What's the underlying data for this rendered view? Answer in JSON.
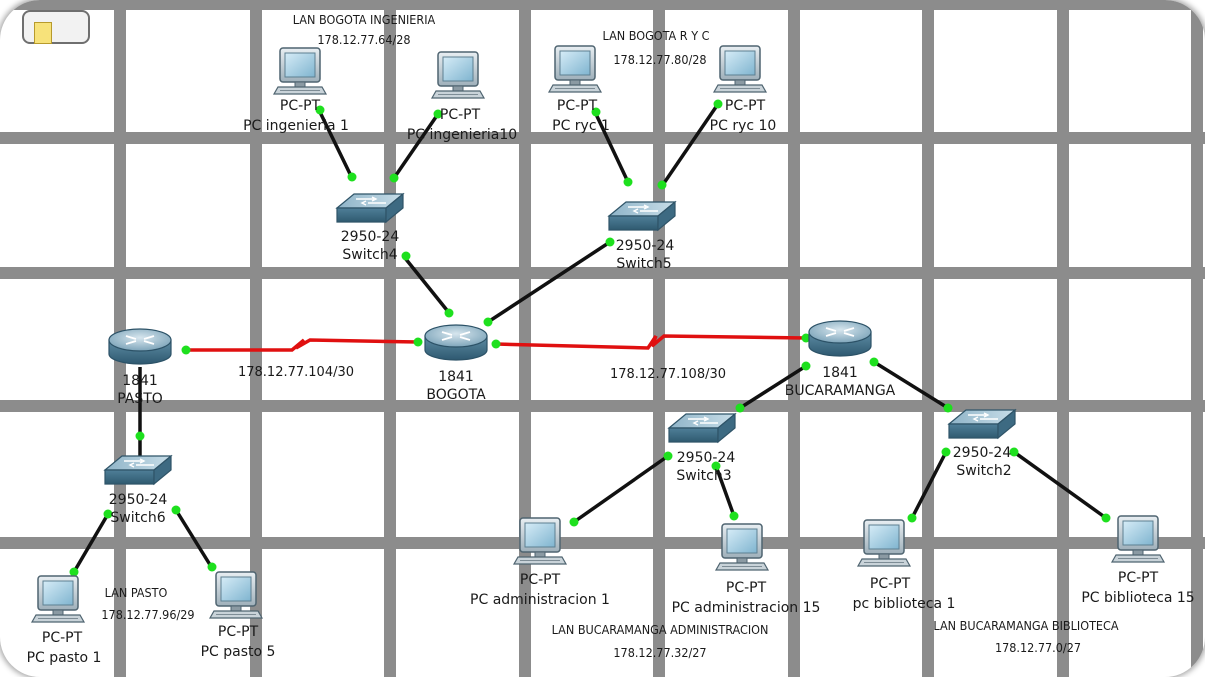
{
  "areas": {
    "bogota_ing": {
      "name": "LAN BOGOTA INGENIERIA",
      "net": "178.12.77.64/28"
    },
    "bogota_ryc": {
      "name": "LAN BOGOTA R Y C",
      "net": "178.12.77.80/28"
    },
    "pasto": {
      "name": "LAN PASTO",
      "net": "178.12.77.96/29"
    },
    "bga_admin": {
      "name": "LAN BUCARAMANGA ADMINISTRACION",
      "net": "178.12.77.32/27"
    },
    "bga_bib": {
      "name": "LAN BUCARAMANGA BIBLIOTECA",
      "net": "178.12.77.0/27"
    }
  },
  "wan_links": {
    "pasto_bogota": "178.12.77.104/30",
    "bogota_bga": "178.12.77.108/30"
  },
  "routers": {
    "pasto": {
      "model": "1841",
      "name": "PASTO"
    },
    "bogota": {
      "model": "1841",
      "name": "BOGOTA"
    },
    "bga": {
      "model": "1841",
      "name": "BUCARAMANGA"
    }
  },
  "switches": {
    "sw4": {
      "model": "2950-24",
      "name": "Switch4"
    },
    "sw5": {
      "model": "2950-24",
      "name": "Switch5"
    },
    "sw6": {
      "model": "2950-24",
      "name": "Switch6"
    },
    "sw3": {
      "model": "2950-24",
      "name": "Switch3"
    },
    "sw2": {
      "model": "2950-24",
      "name": "Switch2"
    }
  },
  "pcs": {
    "ing1": {
      "type": "PC-PT",
      "name": "PC ingenieria 1"
    },
    "ing10": {
      "type": "PC-PT",
      "name": "PC ingenieria10"
    },
    "ryc1": {
      "type": "PC-PT",
      "name": "PC ryc 1"
    },
    "ryc10": {
      "type": "PC-PT",
      "name": "PC ryc 10"
    },
    "pasto1": {
      "type": "PC-PT",
      "name": "PC pasto 1"
    },
    "pasto5": {
      "type": "PC-PT",
      "name": "PC pasto 5"
    },
    "admin1": {
      "type": "PC-PT",
      "name": "PC administracion 1"
    },
    "admin15": {
      "type": "PC-PT",
      "name": "PC administracion 15"
    },
    "bib1": {
      "type": "PC-PT",
      "name": "pc biblioteca 1"
    },
    "bib15": {
      "type": "PC-PT",
      "name": "PC biblioteca 15"
    }
  }
}
